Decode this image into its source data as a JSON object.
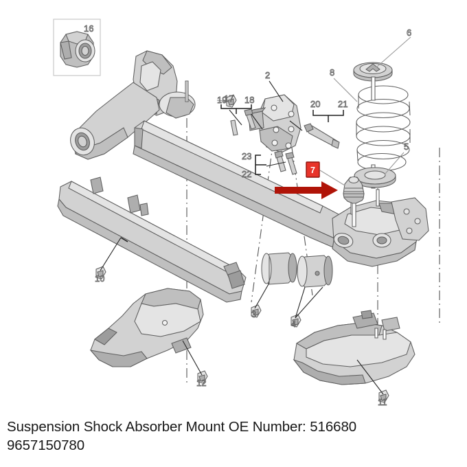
{
  "caption": {
    "line1": "Suspension Shock Absorber Mount OE Number: 516680",
    "line2": "9657150780"
  },
  "highlight": {
    "badge_label": "7",
    "badge_color": "#e8342a",
    "badge_border_color": "#8d120c",
    "badge_text_color": "#ffffff",
    "arrow_color": "#b01408",
    "arrow_direction": "right",
    "points_to": "bump-stop"
  },
  "inset": {
    "callout": "16",
    "part": "flange-nut"
  },
  "callouts": [
    {
      "id": "c2",
      "label": "2",
      "part": "shock-absorber-mounting-bracket"
    },
    {
      "id": "c3",
      "label": "3",
      "part": "trailing-arm-bush-left"
    },
    {
      "id": "c4",
      "label": "4",
      "part": "trailing-arm-bush-right"
    },
    {
      "id": "c5",
      "label": "5",
      "part": "lower-spring-seat"
    },
    {
      "id": "c6",
      "label": "6",
      "part": "upper-spring-pad"
    },
    {
      "id": "c8",
      "label": "8",
      "part": "spring-retainer-cup"
    },
    {
      "id": "c10",
      "label": "10",
      "part": "left-heat-shield"
    },
    {
      "id": "c11",
      "label": "11",
      "part": "right-heat-shield"
    },
    {
      "id": "c12",
      "label": "12",
      "part": "heat-shield-fastener"
    },
    {
      "id": "c16",
      "label": "16",
      "part": "flange-nut-inset"
    },
    {
      "id": "c17",
      "label": "17",
      "part": "axle-beam-stub"
    },
    {
      "id": "c18",
      "label": "18",
      "part": "bracket-bolt-short"
    },
    {
      "id": "c19",
      "label": "19",
      "part": "bracket-bolt-long"
    },
    {
      "id": "c20",
      "label": "20",
      "part": "shock-through-bolt"
    },
    {
      "id": "c21",
      "label": "21",
      "part": "shock-through-bolt-nut"
    },
    {
      "id": "c22",
      "label": "22",
      "part": "bracket-screw-lower"
    },
    {
      "id": "c23",
      "label": "23",
      "part": "bracket-screw-upper"
    }
  ],
  "assembly": {
    "name": "rear-torsion-beam-axle-exploded-view",
    "coil_spring_coils": 6
  }
}
